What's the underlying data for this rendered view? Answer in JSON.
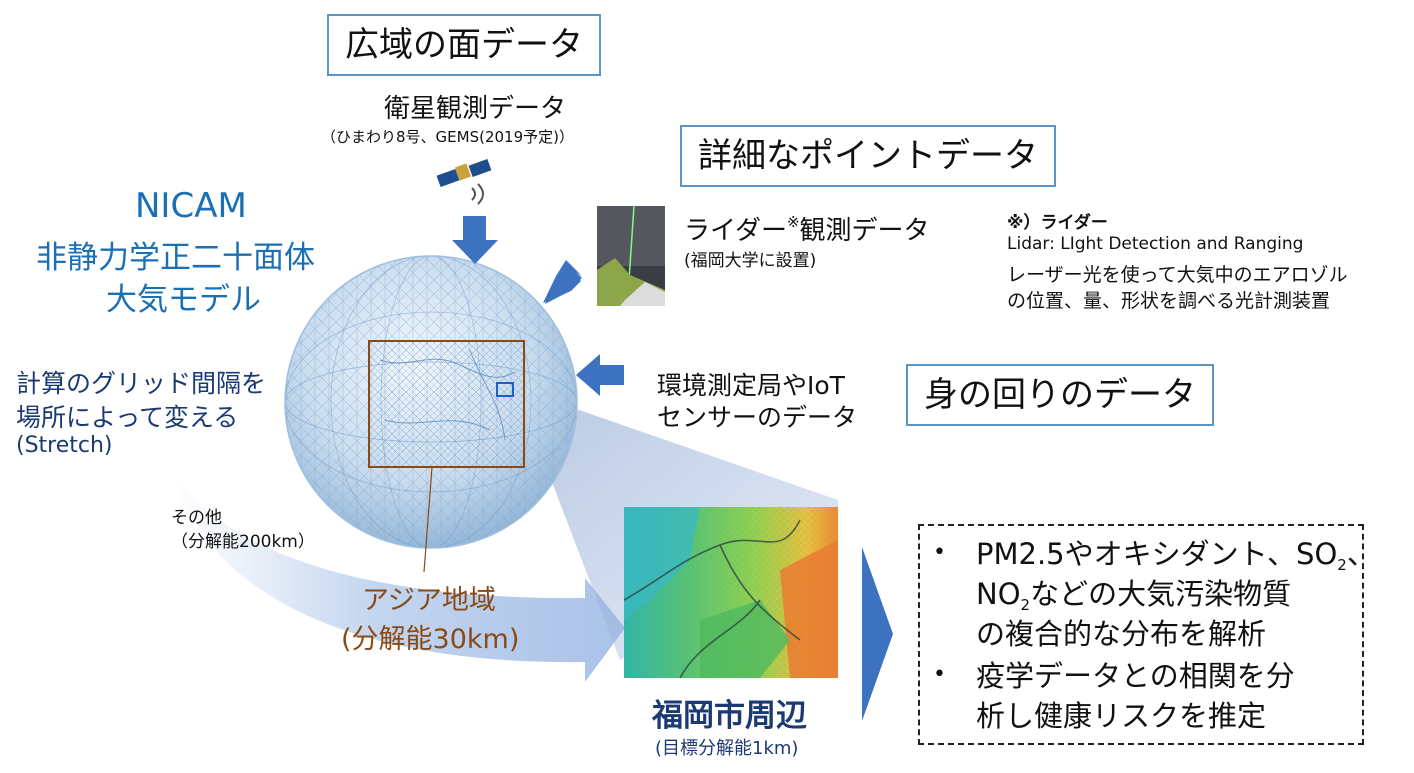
{
  "headers": {
    "wide_area": "広域の面データ",
    "detailed_point": "詳細なポイントデータ",
    "surroundings": "身の回りのデータ"
  },
  "satellite": {
    "title": "衛星観測データ",
    "subtitle": "（ひまわり8号、GEMS(2019予定)）"
  },
  "nicam": {
    "line1": "NICAM",
    "line2": "非静力学正二十面体",
    "line3": "大気モデル"
  },
  "lidar": {
    "title_pre": "ライダー",
    "title_mark": "※",
    "title_post": "観測データ",
    "subtitle": "(福岡大学に設置)"
  },
  "lidar_note": {
    "line1": "※）ライダー",
    "line2": "Lidar: LIght Detection and Ranging",
    "line3": "レーザー光を使って大気中のエアロゾル",
    "line4": "の位置、量、形状を調べる光計測装置"
  },
  "station": {
    "line1": "環境測定局やIoT",
    "line2": "センサーのデータ"
  },
  "grid_note": {
    "line1": "計算のグリッド間隔を",
    "line2": "場所によって変える",
    "line3": "(Stretch)"
  },
  "other": {
    "line1": "その他",
    "line2": "（分解能200km）"
  },
  "asia": {
    "line1": "アジア地域",
    "line2": "(分解能30km)"
  },
  "fukuoka": {
    "title": "福岡市周辺",
    "subtitle": "(目標分解能1km)"
  },
  "bullets": {
    "b1_l1_a": "PM2.5やオキシダント、SO",
    "b1_l1_sub": "2",
    "b1_l1_b": "、",
    "b1_l2_a": "NO",
    "b1_l2_sub": "2",
    "b1_l2_b": "などの大気汚染物質",
    "b1_l3": "の複合的な分布を解析",
    "b2_l1": "疫学データとの相関を分",
    "b2_l2": "析し健康リスクを推定",
    "dot": "•"
  },
  "colors": {
    "header_border": "#5b95c8",
    "arrow_blue": "#3d72c0",
    "nicam_blue": "#1a6fb5",
    "asia_brown": "#8a4a14",
    "fukuoka_navy": "#1b3a73"
  },
  "icons": [
    "satellite-icon",
    "signal-wave-icon",
    "lidar-photo",
    "globe-image",
    "fukuoka-map-image"
  ]
}
